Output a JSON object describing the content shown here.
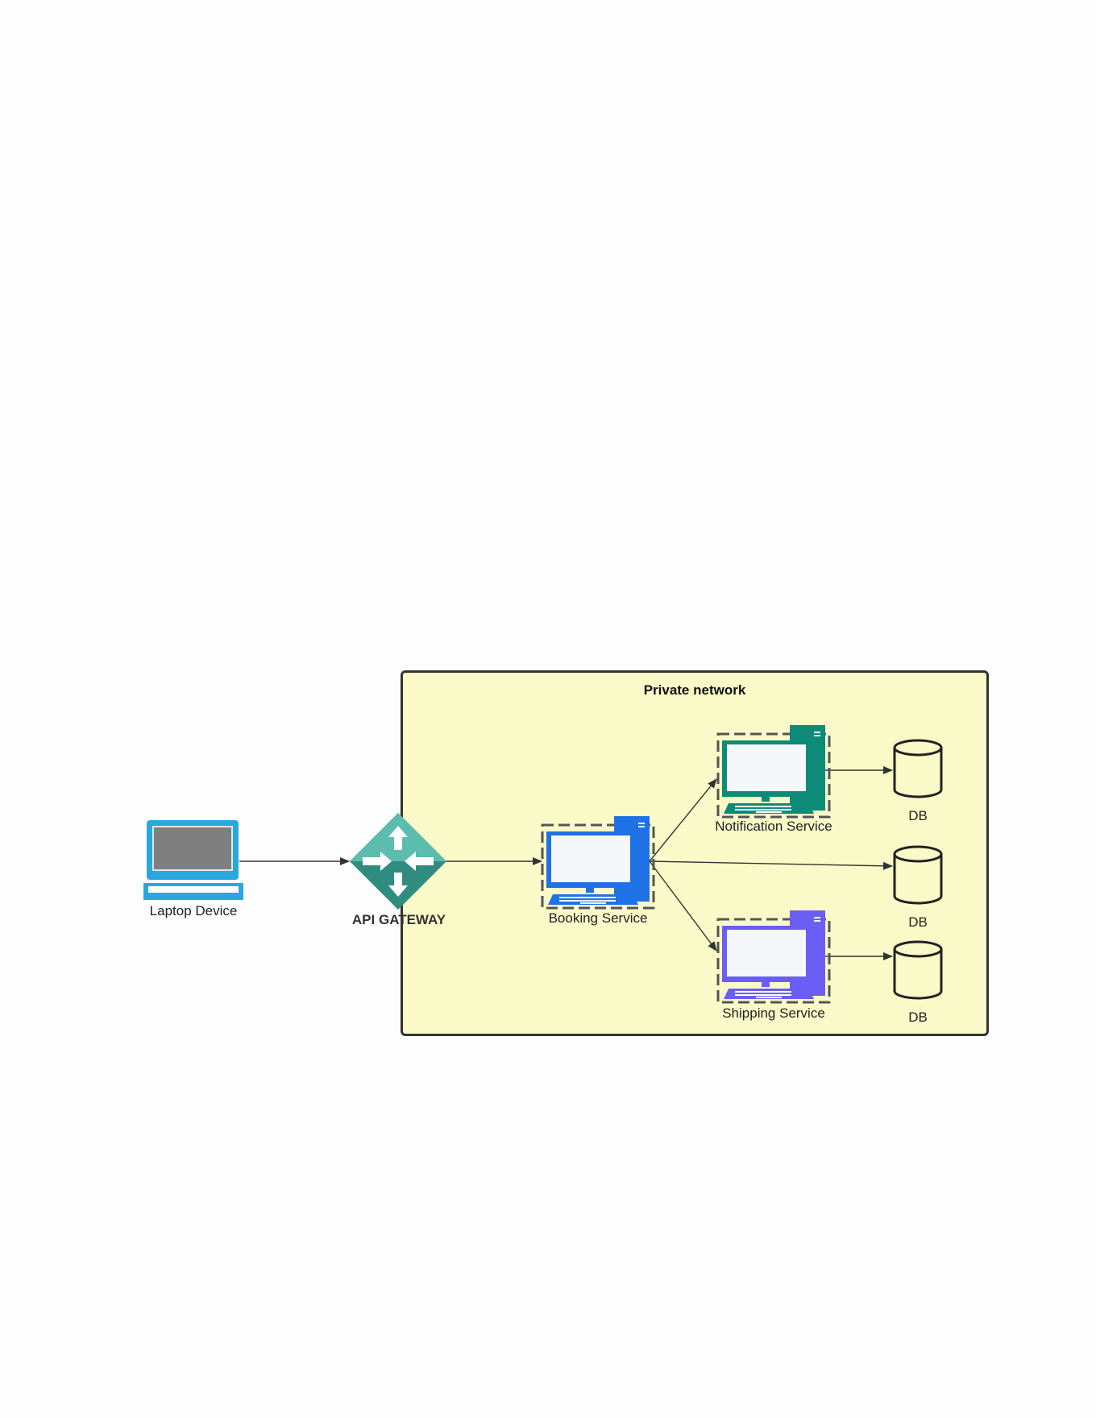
{
  "region": {
    "title": "Private network",
    "fill": "#fafac8"
  },
  "nodes": {
    "laptop": {
      "label": "Laptop Device",
      "color": "#29a8e0",
      "icon": "laptop-icon"
    },
    "gateway": {
      "label": "API GATEWAY",
      "color": "#3a9a8c",
      "icon": "api-gateway-icon"
    },
    "booking": {
      "label": "Booking Service",
      "color": "#1f72e6",
      "icon": "server-computer-icon"
    },
    "notification": {
      "label": "Notification Service",
      "color": "#0e8a78",
      "icon": "server-computer-icon"
    },
    "shipping": {
      "label": "Shipping Service",
      "color": "#6b5ef5",
      "icon": "server-computer-icon"
    },
    "db1": {
      "label": "DB",
      "icon": "database-icon"
    },
    "db2": {
      "label": "DB",
      "icon": "database-icon"
    },
    "db3": {
      "label": "DB",
      "icon": "database-icon"
    }
  }
}
